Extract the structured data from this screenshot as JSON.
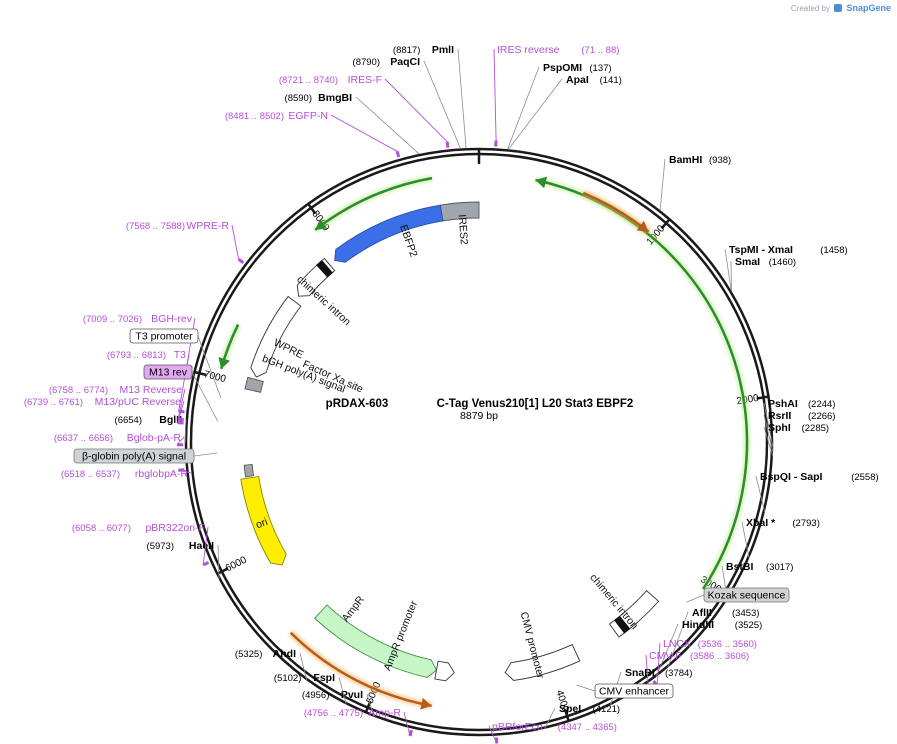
{
  "branding": {
    "created_by": "Created by",
    "app": "SnapGene"
  },
  "plasmid": {
    "name": "pRDAX-603",
    "description": "C-Tag Venus210[1] L20 Stat3 EBPF2",
    "length_bp": 8879,
    "length_label": "8879 bp",
    "ring_ticks": [
      1000,
      2000,
      3000,
      4000,
      5000,
      6000,
      7000,
      8000
    ]
  },
  "enzymes": [
    {
      "name": "PmlI",
      "pos": 8817,
      "coord": "(8817)"
    },
    {
      "name": "PaqCI",
      "pos": 8790,
      "coord": "(8790)"
    },
    {
      "name": "BmgBI",
      "pos": 8590,
      "coord": "(8590)"
    },
    {
      "name": "PspOMI",
      "pos": 137,
      "coord": "(137)"
    },
    {
      "name": "ApaI",
      "pos": 141,
      "coord": "(141)"
    },
    {
      "name": "BamHI",
      "pos": 938,
      "coord": "(938)"
    },
    {
      "name": "TspMI  - XmaI",
      "pos": 1458,
      "coord": "(1458)"
    },
    {
      "name": "SmaI",
      "pos": 1460,
      "coord": "(1460)"
    },
    {
      "name": "PshAI",
      "pos": 2244,
      "coord": "(2244)"
    },
    {
      "name": "RsrII",
      "pos": 2266,
      "coord": "(2266)"
    },
    {
      "name": "SphI",
      "pos": 2285,
      "coord": "(2285)"
    },
    {
      "name": "BspQI  - SapI",
      "pos": 2558,
      "coord": "(2558)"
    },
    {
      "name": "XbaI *",
      "pos": 2793,
      "coord": "(2793)"
    },
    {
      "name": "BstBI",
      "pos": 3017,
      "coord": "(3017)"
    },
    {
      "name": "AflII",
      "pos": 3453,
      "coord": "(3453)"
    },
    {
      "name": "HindIII",
      "pos": 3525,
      "coord": "(3525)"
    },
    {
      "name": "SnaBI",
      "pos": 3784,
      "coord": "(3784)"
    },
    {
      "name": "SpeI",
      "pos": 4121,
      "coord": "(4121)"
    },
    {
      "name": "PvuI",
      "pos": 4956,
      "coord": "(4956)"
    },
    {
      "name": "FspI",
      "pos": 5102,
      "coord": "(5102)"
    },
    {
      "name": "AhdI",
      "pos": 5325,
      "coord": "(5325)"
    },
    {
      "name": "HaeII",
      "pos": 5973,
      "coord": "(5973)"
    },
    {
      "name": "BglII",
      "pos": 6654,
      "coord": "(6654)"
    }
  ],
  "primers": [
    {
      "name": "IRES reverse",
      "range": "(71 .. 88)",
      "pos": 80
    },
    {
      "name": "IRES-F",
      "range": "(8721 .. 8740)",
      "pos": 8730
    },
    {
      "name": "EGFP-N",
      "range": "(8481 .. 8502)",
      "pos": 8491
    },
    {
      "name": "WPRE-R",
      "range": "(7568 .. 7588)",
      "pos": 7578
    },
    {
      "name": "BGH-rev",
      "range": "(7009 .. 7026)",
      "pos": 7017
    },
    {
      "name": "T3",
      "range": "(6793 .. 6813)",
      "pos": 6803
    },
    {
      "name": "M13 Reverse",
      "range": "(6758 .. 6774)",
      "pos": 6766
    },
    {
      "name": "M13/pUC Reverse",
      "range": "(6739 .. 6761)",
      "pos": 6750
    },
    {
      "name": "Bglob-pA-R",
      "range": "(6637 .. 6656)",
      "pos": 6646
    },
    {
      "name": "rbglobpA-R",
      "range": "(6518 .. 6537)",
      "pos": 6527
    },
    {
      "name": "pBR322ori-F",
      "range": "(6058 .. 6077)",
      "pos": 6067
    },
    {
      "name": "Amp-R",
      "range": "(4756 .. 4775)",
      "pos": 4765
    },
    {
      "name": "pBRforEco",
      "range": "(4347 .. 4365)",
      "pos": 4356
    },
    {
      "name": "CMV-F",
      "range": "(3586 .. 3606)",
      "pos": 3596
    },
    {
      "name": "LNCX",
      "range": "(3536 .. 3560)",
      "pos": 3548
    }
  ],
  "boxed_features": [
    {
      "name": "T3 promoter",
      "style": "white"
    },
    {
      "name": "M13 rev",
      "style": "purple"
    },
    {
      "name": "β-globin poly(A) signal",
      "style": "gray"
    },
    {
      "name": "Kozak sequence",
      "style": "gray"
    },
    {
      "name": "CMV enhancer",
      "style": "white"
    }
  ],
  "features": [
    {
      "name": "IRES2",
      "start": 8650,
      "end": 8879,
      "kind": "misc",
      "color": "#a0a6ad"
    },
    {
      "name": "EBFP2",
      "start": 7930,
      "end": 8650,
      "kind": "cds",
      "color": "#3a6fe8"
    },
    {
      "name": "chimeric intron",
      "start": 7600,
      "end": 7890,
      "kind": "intron",
      "color": "#ffffff"
    },
    {
      "name": "WPRE",
      "start": 7060,
      "end": 7580,
      "kind": "misc",
      "color": "#ffffff"
    },
    {
      "name": "bGH poly(A) signal",
      "start": 6985,
      "end": 7060,
      "kind": "polyA",
      "color": "#a0a6ad"
    },
    {
      "name": "Factor Xa site",
      "start": 7500,
      "end": 7510,
      "kind": "site",
      "color": "#333333"
    },
    {
      "name": "ori",
      "start": 5860,
      "end": 6450,
      "kind": "origin",
      "color": "#ffee00"
    },
    {
      "name": "AmpR",
      "start": 4700,
      "end": 5500,
      "kind": "cds",
      "color": "#c6f5c6"
    },
    {
      "name": "AmpR promoter",
      "start": 4600,
      "end": 4700,
      "kind": "promoter",
      "color": "#ffffff"
    },
    {
      "name": "CMV promoter",
      "start": 3820,
      "end": 4280,
      "kind": "promoter",
      "color": "#ffffff"
    },
    {
      "name": "chimeric intron",
      "start": 3250,
      "end": 3560,
      "kind": "intron",
      "color": "#ffffff"
    }
  ],
  "colors": {
    "backbone": "#1a1a1a",
    "enzyme_text": "#000000",
    "primer": "#b44fd9",
    "green_arrow": "#2e8b2e",
    "orange_arrow": "#b85c1a"
  }
}
